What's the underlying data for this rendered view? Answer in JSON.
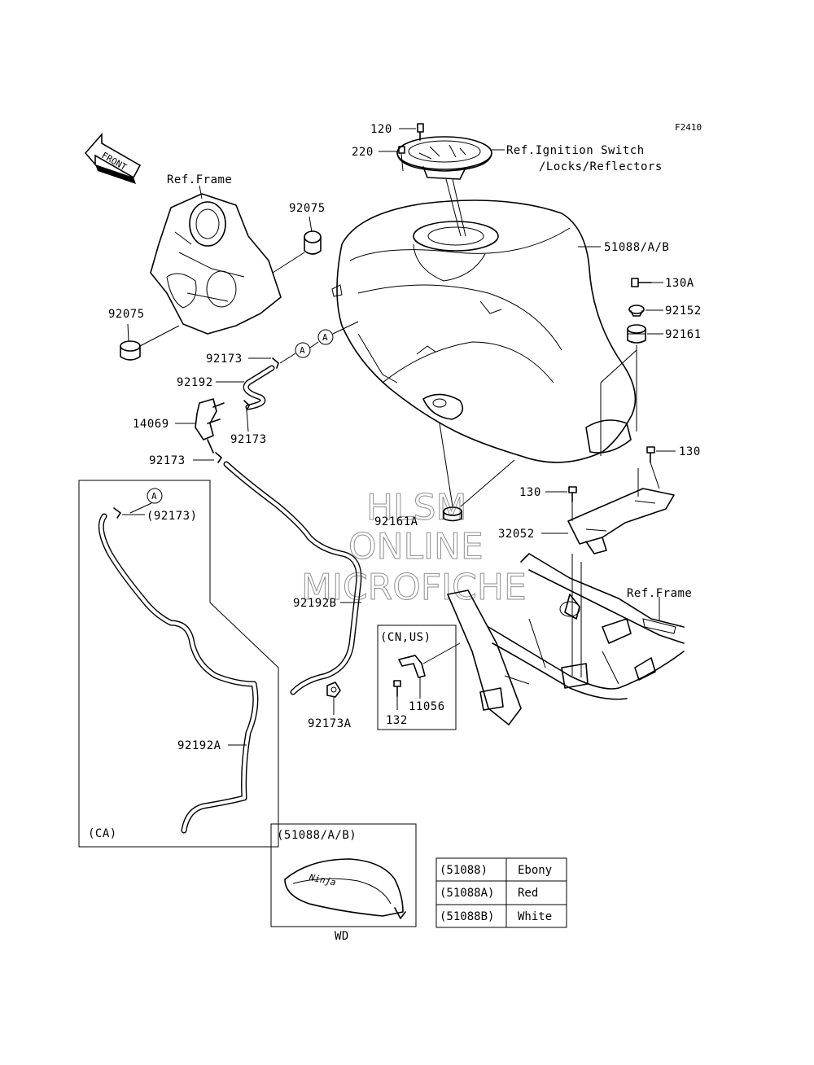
{
  "diagram_code": "F2410",
  "front_label": "FRONT",
  "callouts": {
    "p120": "120",
    "p220": "220",
    "ref_ignition_1": "Ref.Ignition Switch",
    "ref_ignition_2": "/Locks/Reflectors",
    "ref_frame_top": "Ref.Frame",
    "p92075_top": "92075",
    "p92075_left": "92075",
    "p51088": "51088/A/B",
    "p130A": "130A",
    "p92152": "92152",
    "p92161": "92161",
    "p92173_a": "92173",
    "p92192": "92192",
    "p14069": "14069",
    "p92173_b": "92173",
    "p92173_c": "92173",
    "p92161A": "92161A",
    "p130_right": "130",
    "p130_mid": "130",
    "p32052": "32052",
    "ref_frame_bottom": "Ref.Frame",
    "p92192B": "92192B",
    "p92173A": "92173A",
    "p92173_paren": "(92173)",
    "p92192A": "92192A",
    "ca_label": "(CA)",
    "cnus_label": "(CN,US)",
    "p11056": "11056",
    "p132": "132",
    "marker_a": "A",
    "inset_title": "(51088/A/B)",
    "inset_caption": "WD",
    "inset_logo": "Ninja"
  },
  "watermark": {
    "line1": "HLSM",
    "line2": "ONLINE",
    "line3": "MICROFICHE"
  },
  "color_table": {
    "rows": [
      {
        "code": "(51088)",
        "color": "Ebony"
      },
      {
        "code": "(51088A)",
        "color": "Red"
      },
      {
        "code": "(51088B)",
        "color": "White"
      }
    ]
  }
}
